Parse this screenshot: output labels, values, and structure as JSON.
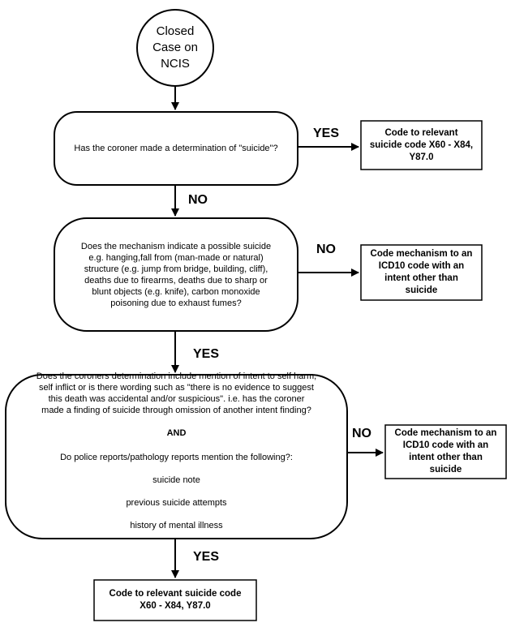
{
  "start": {
    "text": "Closed\nCase on\nNCIS"
  },
  "decision1": {
    "text": "Has the coroner made a determination of \"suicide\"?"
  },
  "outcome1": {
    "text": "Code to relevant\nsuicide code X60 - X84,\nY87.0"
  },
  "decision2": {
    "text": "Does the mechanism indicate a possible suicide\ne.g. hanging,fall from (man-made or natural)\nstructure (e.g. jump from bridge, building, cliff),\ndeaths due to firearms, deaths due to sharp or\nblunt objects (e.g. knife), carbon monoxide\npoisoning due to exhaust fumes?"
  },
  "outcome2": {
    "text": "Code mechanism to an\nICD10 code with an\nintent other than\nsuicide"
  },
  "decision3": {
    "part1": "Does the coroners determination include mention of intent to self harm,\nself inflict or is there wording such as \"there is no evidence to suggest\nthis death was accidental and/or suspicious\". i.e. has the coroner\nmade a finding of suicide through omission of another intent finding?",
    "and": "AND",
    "part2": "Do police reports/pathology reports mention the following?:",
    "items": [
      "suicide note",
      "previous suicide attempts",
      "history of mental illness"
    ]
  },
  "outcome3": {
    "text": "Code mechanism to an\nICD10 code with an\nintent other than\nsuicide"
  },
  "outcome4": {
    "text": "Code to relevant suicide code\nX60 - X84, Y87.0"
  },
  "labels": {
    "yes1": "YES",
    "no1": "NO",
    "no2": "NO",
    "yes2": "YES",
    "no3": "NO",
    "yes3": "YES"
  }
}
